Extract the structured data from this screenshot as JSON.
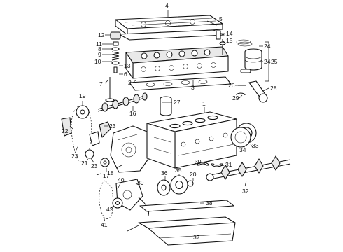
{
  "diagram": {
    "callouts": [
      {
        "id": "c1",
        "text": "1"
      },
      {
        "id": "c2",
        "text": "2"
      },
      {
        "id": "c3",
        "text": "3"
      },
      {
        "id": "c4",
        "text": "4"
      },
      {
        "id": "c5",
        "text": "5"
      },
      {
        "id": "c6",
        "text": "6"
      },
      {
        "id": "c7",
        "text": "7"
      },
      {
        "id": "c8",
        "text": "8"
      },
      {
        "id": "c9",
        "text": "9"
      },
      {
        "id": "c10",
        "text": "10"
      },
      {
        "id": "c11",
        "text": "11"
      },
      {
        "id": "c12",
        "text": "12"
      },
      {
        "id": "c13",
        "text": "13"
      },
      {
        "id": "c14",
        "text": "14"
      },
      {
        "id": "c15",
        "text": "15"
      },
      {
        "id": "c16",
        "text": "16"
      },
      {
        "id": "c17",
        "text": "17"
      },
      {
        "id": "c18",
        "text": "18"
      },
      {
        "id": "c19",
        "text": "19"
      },
      {
        "id": "c20",
        "text": "20"
      },
      {
        "id": "c21",
        "text": "21"
      },
      {
        "id": "c22",
        "text": "22"
      },
      {
        "id": "c23a",
        "text": "23"
      },
      {
        "id": "c23b",
        "text": "23"
      },
      {
        "id": "c23c",
        "text": "23"
      },
      {
        "id": "c24a",
        "text": "24"
      },
      {
        "id": "c24b",
        "text": "24"
      },
      {
        "id": "c25",
        "text": "25"
      },
      {
        "id": "c26",
        "text": "26"
      },
      {
        "id": "c27",
        "text": "27"
      },
      {
        "id": "c28",
        "text": "28"
      },
      {
        "id": "c29",
        "text": "29"
      },
      {
        "id": "c30",
        "text": "30"
      },
      {
        "id": "c31",
        "text": "31"
      },
      {
        "id": "c32",
        "text": "32"
      },
      {
        "id": "c33",
        "text": "33"
      },
      {
        "id": "c34",
        "text": "34"
      },
      {
        "id": "c35",
        "text": "35"
      },
      {
        "id": "c36",
        "text": "36"
      },
      {
        "id": "c37",
        "text": "37"
      },
      {
        "id": "c38",
        "text": "38"
      },
      {
        "id": "c39",
        "text": "39"
      },
      {
        "id": "c40",
        "text": "40"
      },
      {
        "id": "c41",
        "text": "41"
      },
      {
        "id": "c42",
        "text": "42"
      }
    ]
  }
}
